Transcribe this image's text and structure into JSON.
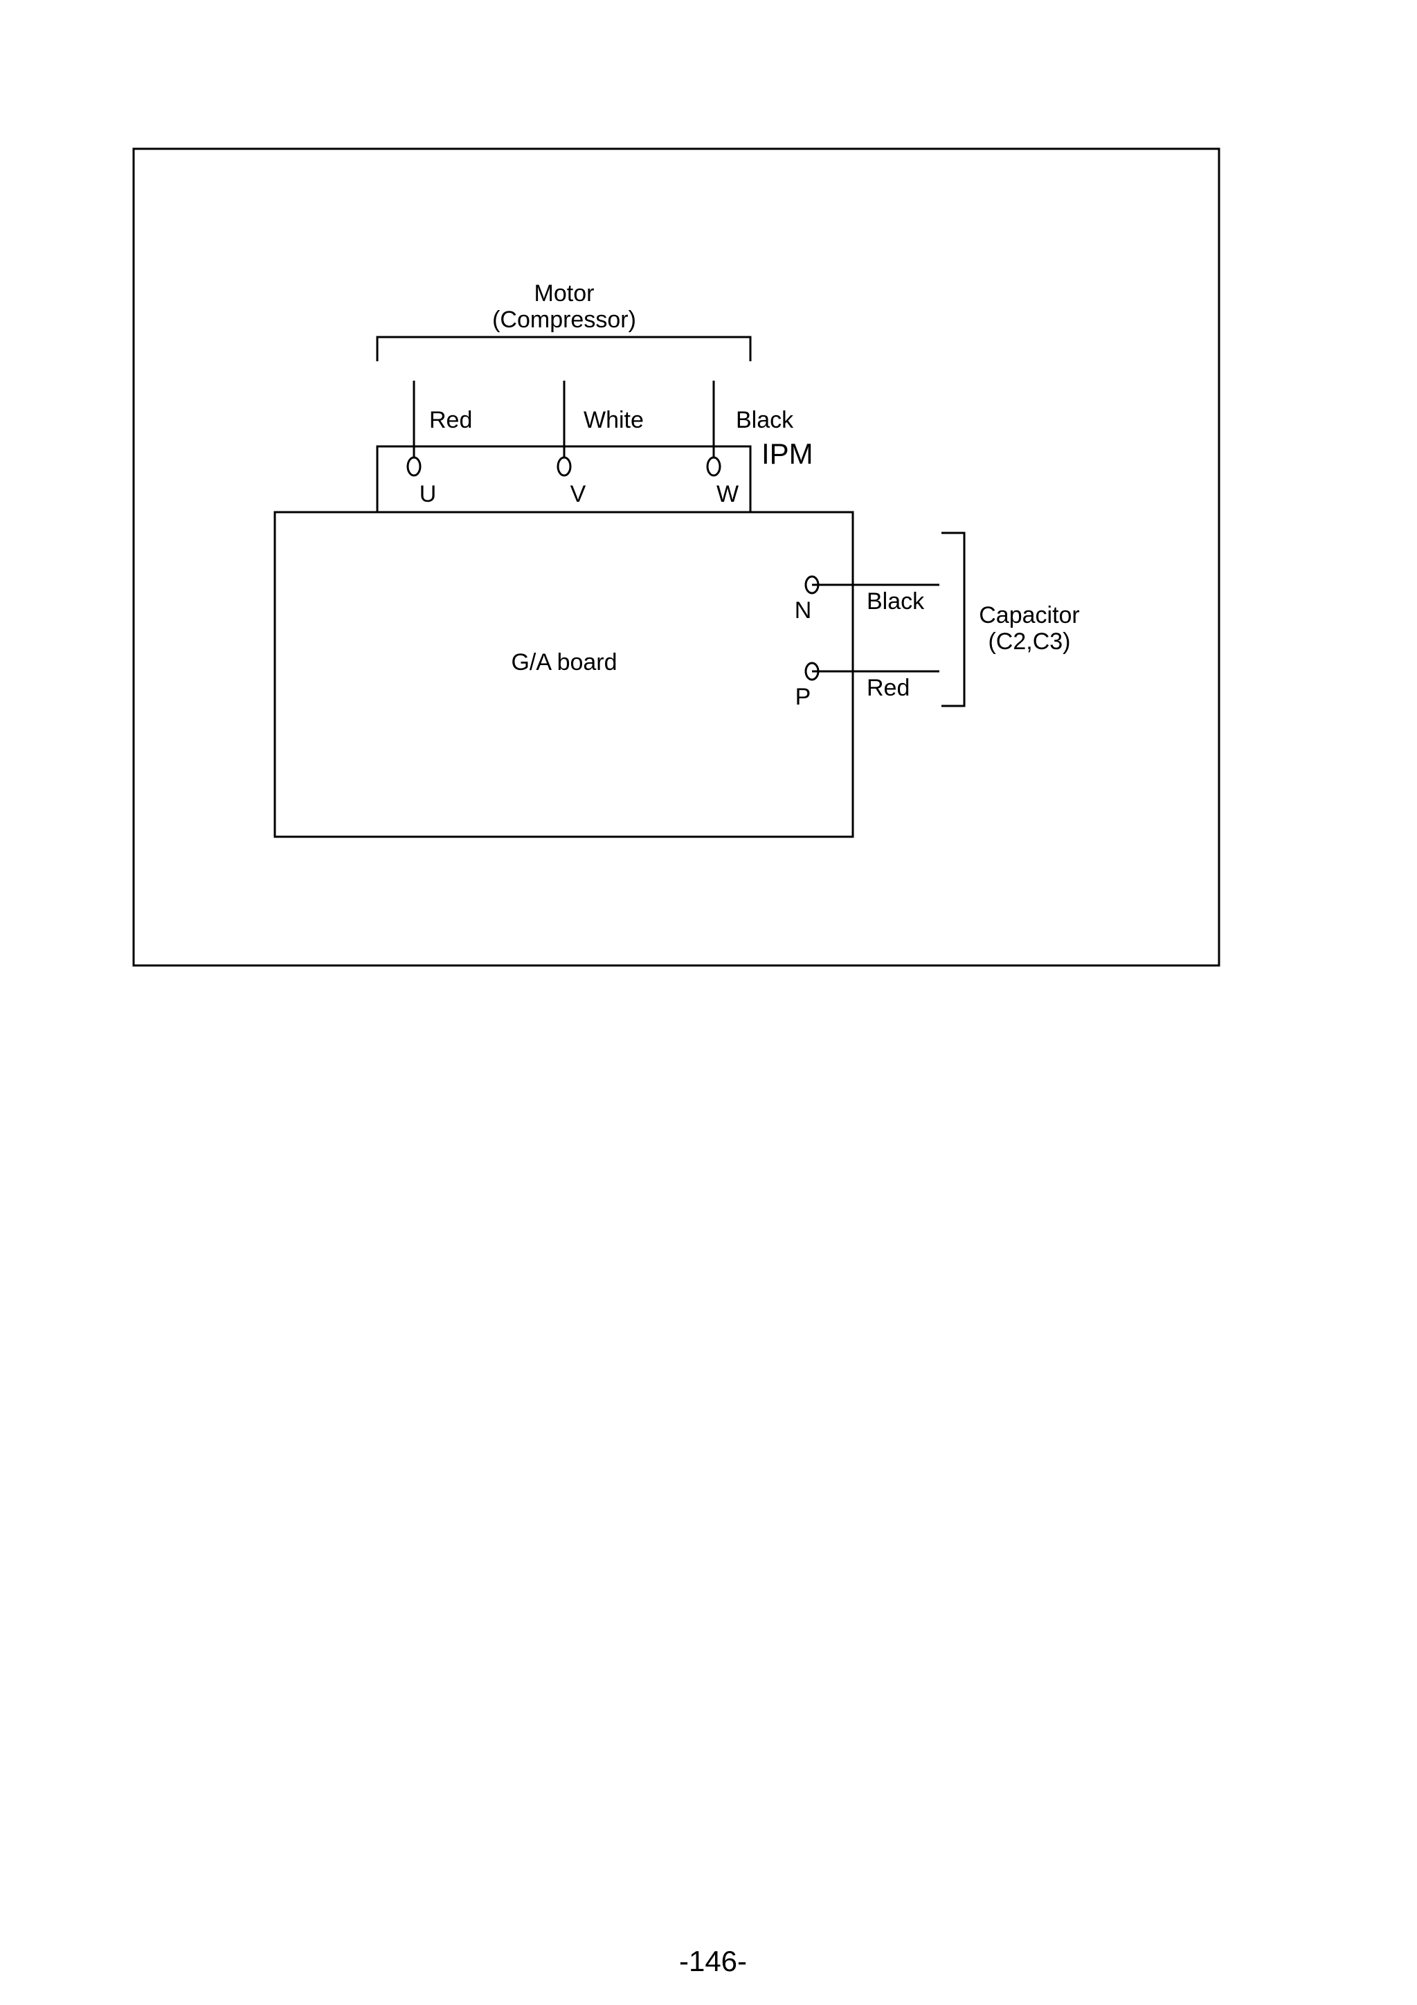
{
  "motor": {
    "title": "Motor",
    "subtitle": "(Compressor)"
  },
  "wires": [
    {
      "color": "Red",
      "terminal": "U"
    },
    {
      "color": "White",
      "terminal": "V"
    },
    {
      "color": "Black",
      "terminal": "W"
    }
  ],
  "ipm": {
    "label": "IPM"
  },
  "board": {
    "label": "G/A board"
  },
  "dc_terminals": [
    {
      "terminal": "N",
      "wire": "Black"
    },
    {
      "terminal": "P",
      "wire": "Red"
    }
  ],
  "capacitor": {
    "label": "Capacitor",
    "designators": "(C2,C3)"
  },
  "page": {
    "number": "-146-"
  }
}
